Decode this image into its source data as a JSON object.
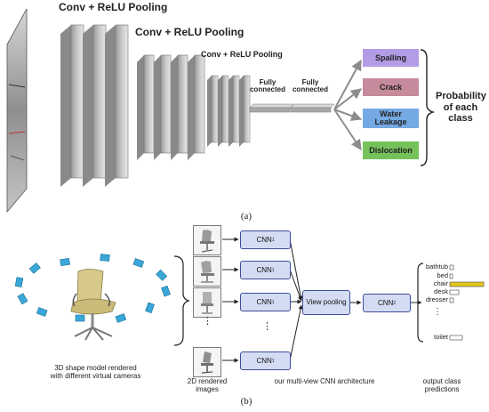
{
  "top": {
    "stage1_label": "Conv + ReLU Pooling",
    "stage2_label": "Conv + ReLU Pooling",
    "stage3_label": "Conv + ReLU Pooling",
    "fc1_label": "Fully connected",
    "fc2_label": "Fully connected",
    "classes": [
      {
        "label": "Spalling",
        "color": "#b39ce5"
      },
      {
        "label": "Crack",
        "color": "#c58a9b"
      },
      {
        "label": "Water Leakage",
        "color": "#74a9e3"
      },
      {
        "label": "Dislocation",
        "color": "#75c25b"
      }
    ],
    "prob_label": "Probability of each class",
    "caption": "(a)"
  },
  "bottom": {
    "caption_shape": "3D shape model rendered with different virtual cameras",
    "caption_images": "2D rendered images",
    "caption_arch": "our multi-view CNN architecture",
    "caption_output": "output class predictions",
    "cnn1_label": "CNN",
    "cnn1_sub": "1",
    "view_pooling_label": "View pooling",
    "cnn2_label": "CNN",
    "cnn2_sub": "2",
    "ellipsis": "⋮",
    "output_classes": [
      "bathtub",
      "bed",
      "chair",
      "desk",
      "dresser",
      "⋮",
      "toilet"
    ],
    "caption": "(b)",
    "accent_color": "#e4c91c"
  }
}
